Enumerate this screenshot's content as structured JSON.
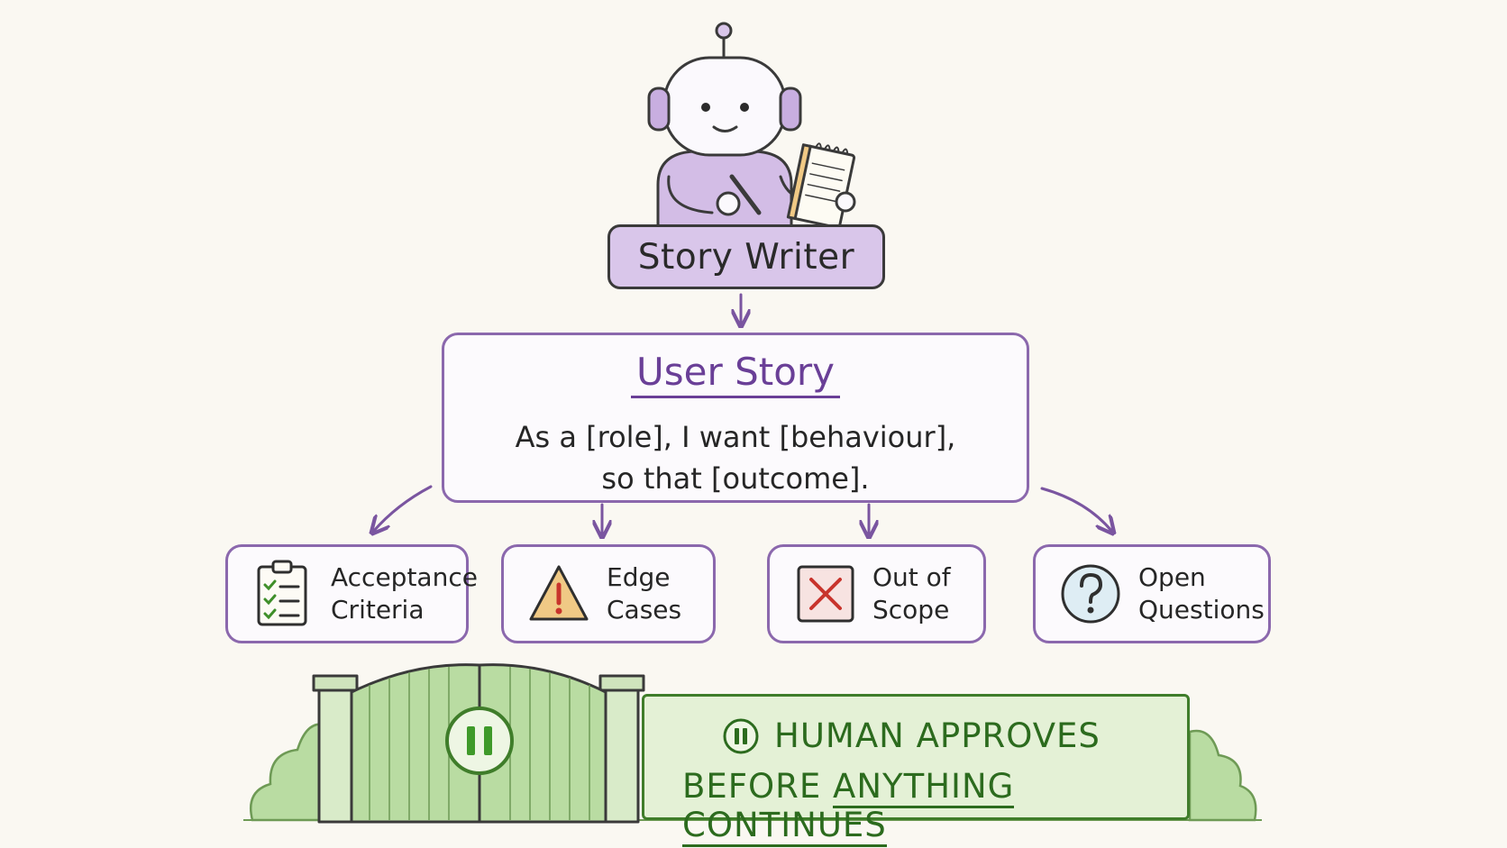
{
  "agent": {
    "label": "Story Writer",
    "robot_icon": "robot-with-notepad-icon"
  },
  "story": {
    "title": "User Story",
    "line1": "As a [role], I want [behaviour],",
    "line2": "so that [outcome]."
  },
  "outputs": [
    {
      "line1": "Acceptance",
      "line2": "Criteria",
      "icon": "clipboard-checklist-icon"
    },
    {
      "line1": "Edge",
      "line2": "Cases",
      "icon": "warning-triangle-icon"
    },
    {
      "line1": "Out of",
      "line2": "Scope",
      "icon": "x-box-icon"
    },
    {
      "line1": "Open",
      "line2": "Questions",
      "icon": "question-circle-icon"
    }
  ],
  "gate": {
    "line1": "HUMAN APPROVES",
    "line2_a": "BEFORE ",
    "line2_b": "ANYTHING CONTINUES",
    "icon": "pause-icon"
  },
  "colors": {
    "purple": "#8b68ad",
    "purple_dark": "#6a3f97",
    "purple_fill": "#d9c6ea",
    "green": "#3f7d2a",
    "green_fill": "#e4f1d6",
    "red": "#c8342c",
    "amber": "#f0c985"
  }
}
